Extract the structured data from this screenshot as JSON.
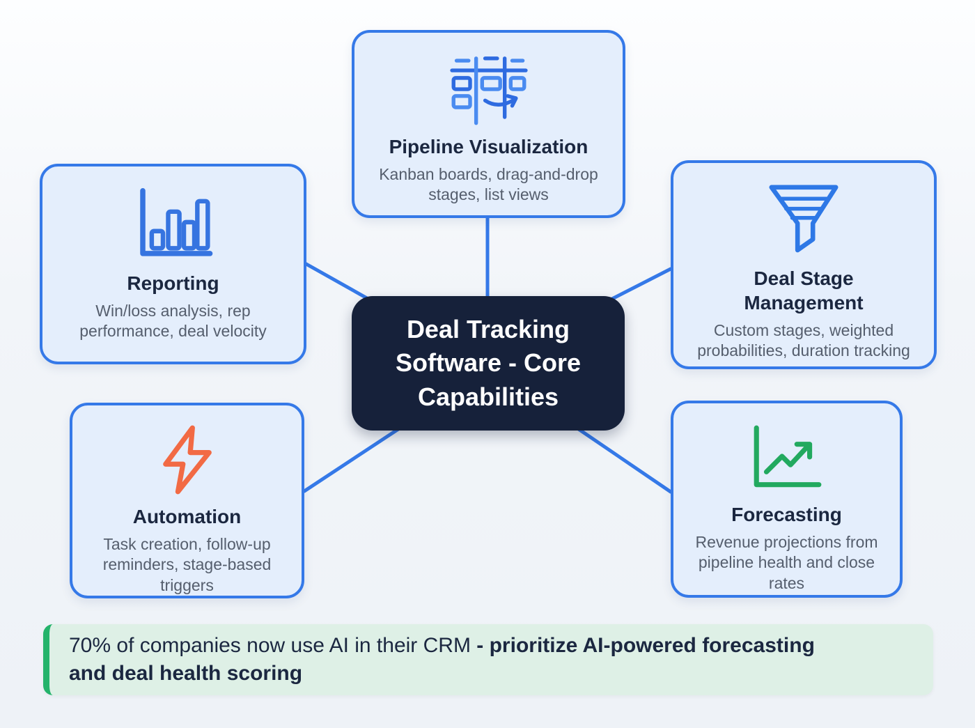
{
  "center": {
    "label": "Deal Tracking Software - Core Capabilities"
  },
  "nodes": {
    "pipeline": {
      "title": "Pipeline Visualization",
      "desc": "Kanban boards, drag-and-drop stages, list views",
      "icon": "kanban-board-icon"
    },
    "reporting": {
      "title": "Reporting",
      "desc": "Win/loss analysis, rep performance, deal velocity",
      "icon": "bar-chart-icon"
    },
    "deal_stage": {
      "title": "Deal Stage Management",
      "desc": "Custom stages, weighted probabilities, duration tracking",
      "icon": "funnel-icon"
    },
    "automation": {
      "title": "Automation",
      "desc": "Task creation, follow-up reminders, stage-based triggers",
      "icon": "lightning-bolt-icon"
    },
    "forecasting": {
      "title": "Forecasting",
      "desc": "Revenue projections from pipeline health and close rates",
      "icon": "trend-up-icon"
    }
  },
  "callout": {
    "text_normal": "70% of companies now use AI in their CRM ",
    "text_bold": "- prioritize AI-powered forecasting and deal health scoring"
  },
  "colors": {
    "accent_blue": "#3579e8",
    "accent_blue_light": "#4a8bf0",
    "node_fill": "#e4eefc",
    "center_bg": "#16213a",
    "title_text": "#1b2740",
    "subtext": "#555e6d",
    "bolt_orange": "#f26a44",
    "trend_green": "#22a95f",
    "callout_bg": "#def0e6",
    "callout_border": "#24b36b"
  }
}
